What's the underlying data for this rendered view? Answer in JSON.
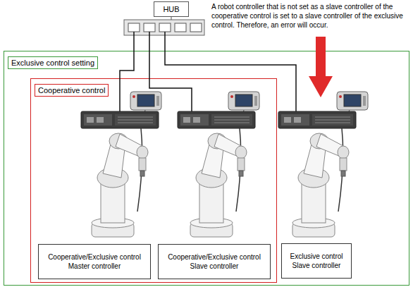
{
  "diagram": {
    "nodes": [
      {
        "text": [
          "HUB"
        ]
      },
      {
        "text": [
          "Exclusive control setting"
        ]
      },
      {
        "text": [
          "Cooperative control"
        ],
        "in": 1
      },
      {
        "text": [
          "Cooperative/Exclusive control Master controller"
        ],
        "in": 2
      },
      {
        "text": [
          "Cooperative/Exclusive control Slave controller"
        ],
        "in": 2
      },
      {
        "text": [
          "Exclusive control Slave controller"
        ],
        "in": 1
      }
    ],
    "labels": [
      "A robot controller that is not set as a slave controller of the cooperative control is set to a slave controller of the exclusive control. Therefore, an error will occur."
    ]
  }
}
